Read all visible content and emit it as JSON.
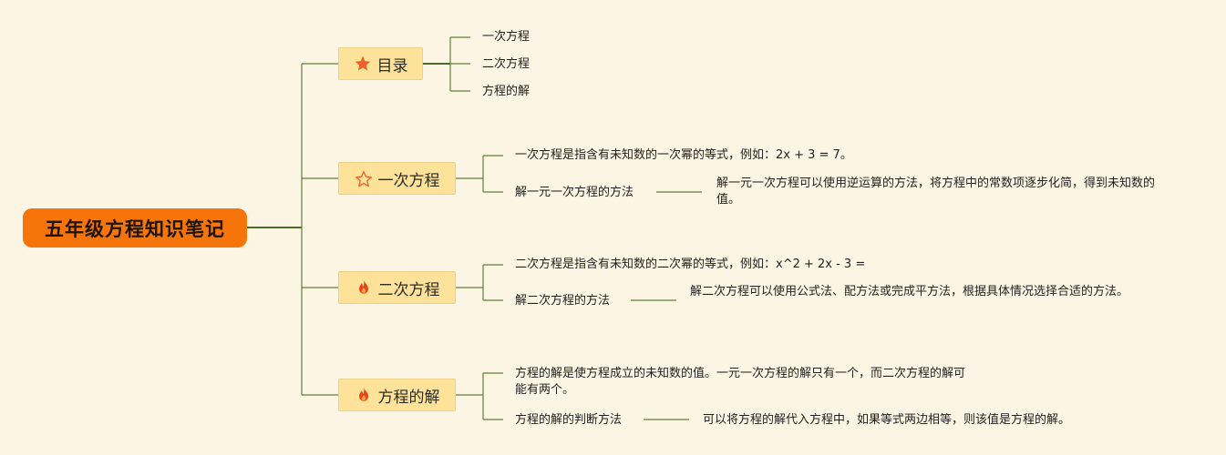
{
  "root": {
    "title": "五年级方程知识笔记"
  },
  "branches": [
    {
      "label": "目录",
      "icon": "star-filled-icon",
      "children": [
        {
          "text": "一次方程"
        },
        {
          "text": "二次方程"
        },
        {
          "text": "方程的解"
        }
      ]
    },
    {
      "label": "一次方程",
      "icon": "star-outline-icon",
      "children": [
        {
          "text": "一次方程是指含有未知数的一次幂的等式，例如：2x + 3 = 7。"
        },
        {
          "text": "解一元一次方程的方法",
          "detail": "解一元一次方程可以使用逆运算的方法，将方程中的常数项逐步化简，得到未知数的值。"
        }
      ]
    },
    {
      "label": "二次方程",
      "icon": "fire-icon",
      "children": [
        {
          "text": "二次方程是指含有未知数的二次幂的等式，例如：x^2 + 2x - 3 ="
        },
        {
          "text": "解二次方程的方法",
          "detail": "解二次方程可以使用公式法、配方法或完成平方法，根据具体情况选择合适的方法。"
        }
      ]
    },
    {
      "label": "方程的解",
      "icon": "fire-icon",
      "children": [
        {
          "text": "方程的解是使方程成立的未知数的值。一元一次方程的解只有一个，而二次方程的解可能有两个。"
        },
        {
          "text": "方程的解的判断方法",
          "detail": "可以将方程的解代入方程中，如果等式两边相等，则该值是方程的解。"
        }
      ]
    }
  ],
  "colors": {
    "root": "#f5750a",
    "branch": "#fde29a",
    "line": "#5f7f3a",
    "background": "#fdf5e3"
  }
}
